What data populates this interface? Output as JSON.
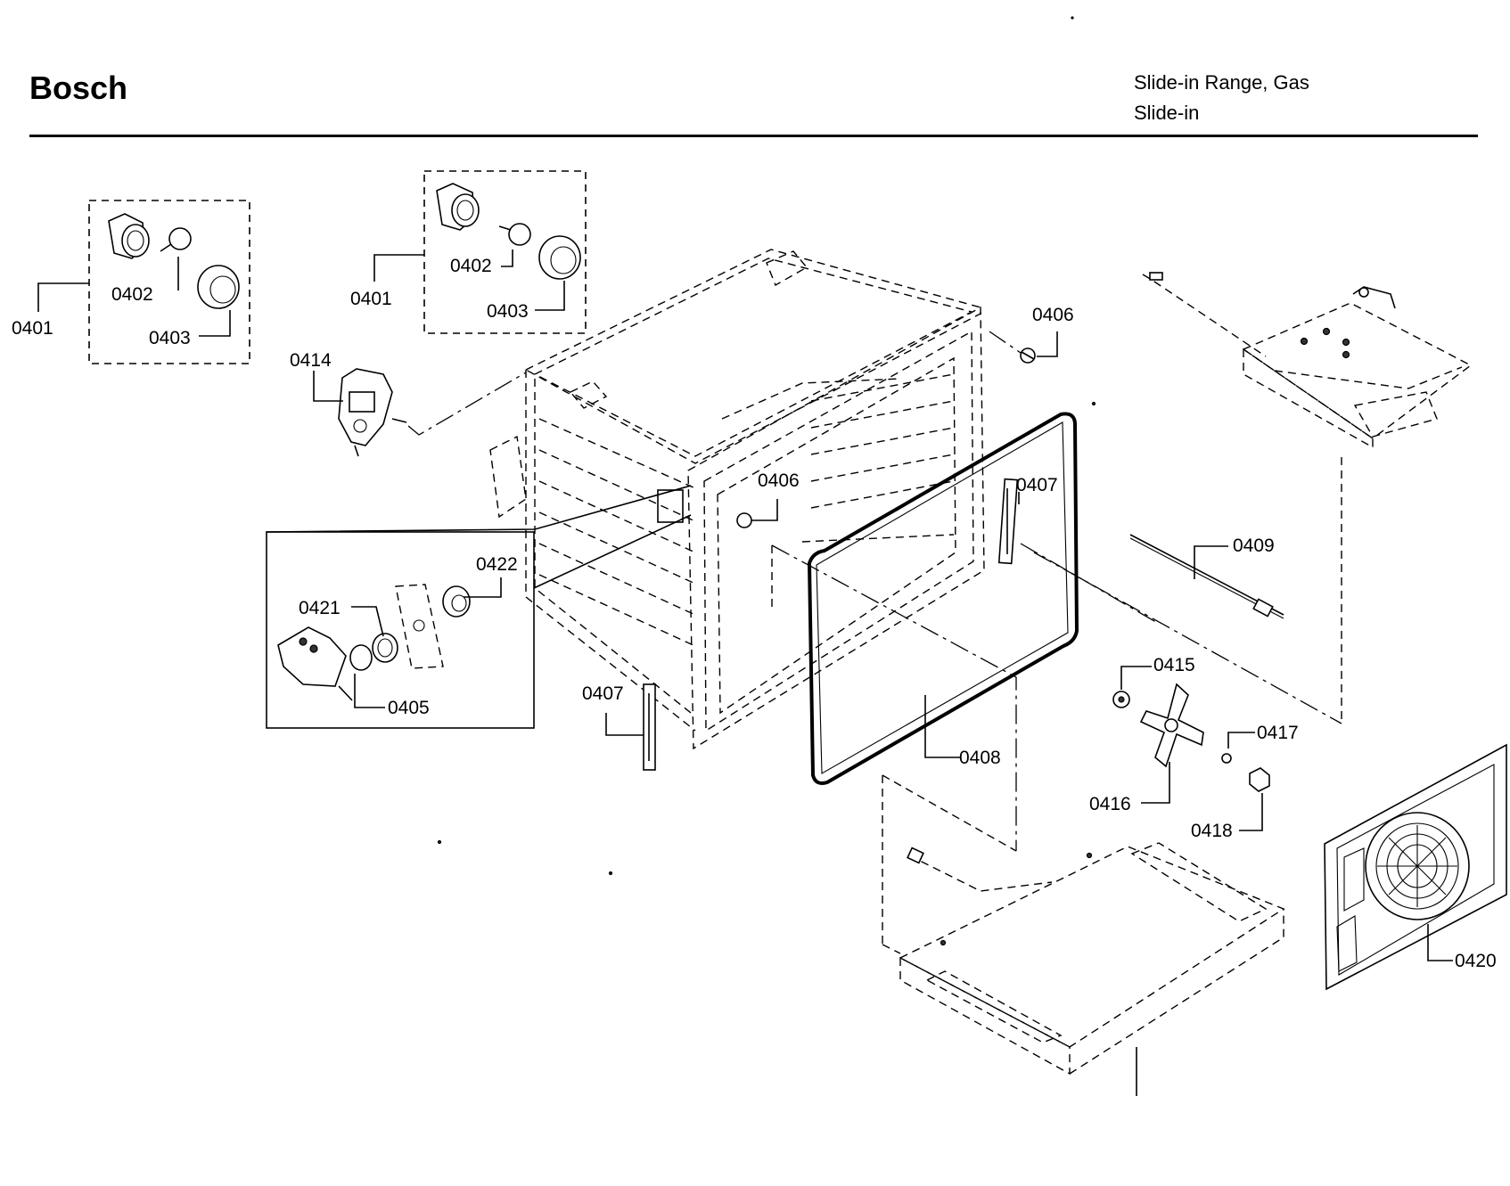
{
  "header": {
    "brand": "Bosch",
    "product_line1": "Slide-in Range, Gas",
    "product_line2": "Slide-in"
  },
  "labels": {
    "p0401_left": "0401",
    "p0402_left": "0402",
    "p0403_left": "0403",
    "p0401_mid": "0401",
    "p0402_mid": "0402",
    "p0403_mid": "0403",
    "p0414": "0414",
    "p0406_top": "0406",
    "p0406_inner": "0406",
    "p0407_right": "0407",
    "p0407_left": "0407",
    "p0422": "0422",
    "p0421": "0421",
    "p0405": "0405",
    "p0409": "0409",
    "p0415": "0415",
    "p0417": "0417",
    "p0408": "0408",
    "p0416": "0416",
    "p0418": "0418",
    "p0420": "0420"
  }
}
